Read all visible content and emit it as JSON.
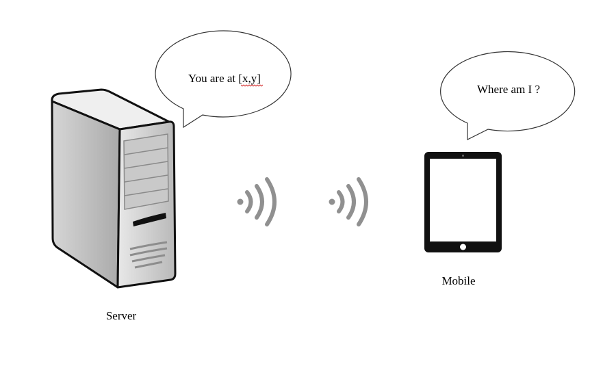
{
  "server": {
    "label": "Server",
    "speech": "You are at [x,y]"
  },
  "mobile": {
    "label": "Mobile",
    "speech": "Where am I ?"
  },
  "icons": {
    "server": "server-tower-icon",
    "mobile": "tablet-icon",
    "signal": "wireless-signal-icon"
  },
  "colors": {
    "signal": "#909090",
    "device_body": "#111111",
    "server_light": "#d4d4d4",
    "server_dark": "#9a9a9a"
  }
}
